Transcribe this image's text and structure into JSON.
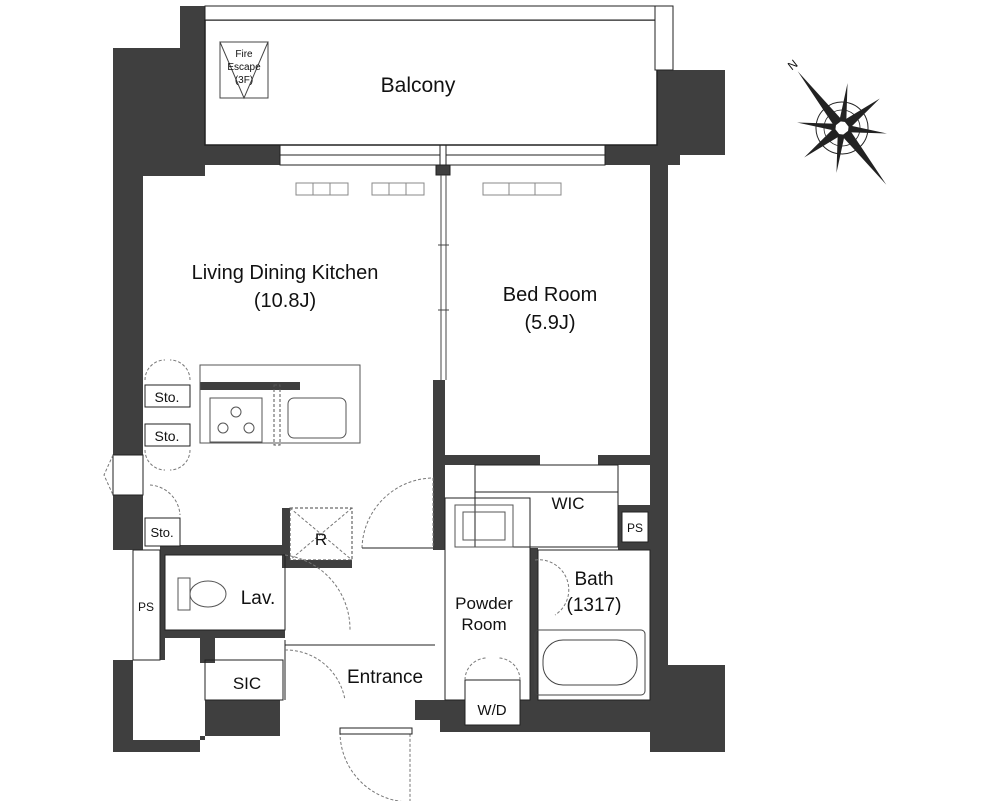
{
  "colors": {
    "wall": "#3f3f3f",
    "line": "#222222",
    "fixture": "#888888",
    "background": "#ffffff"
  },
  "rooms": {
    "balcony": "Balcony",
    "fire_escape": [
      "Fire",
      "Escape",
      "(3F)"
    ],
    "ldk_name": "Living Dining Kitchen",
    "ldk_size": "(10.8J)",
    "bedroom_name": "Bed Room",
    "bedroom_size": "(5.9J)",
    "wic": "WIC",
    "ps_right": "PS",
    "bath_name": "Bath",
    "bath_size": "(1317)",
    "powder_line1": "Powder",
    "powder_line2": "Room",
    "wd": "W/D",
    "entrance": "Entrance",
    "sic": "SIC",
    "lav": "Lav.",
    "ps_left": "PS",
    "sto_1": "Sto.",
    "sto_2": "Sto.",
    "sto_3": "Sto.",
    "refrigerator": "R"
  },
  "compass": {
    "north_label": "N",
    "icon": "compass-rose-icon"
  }
}
